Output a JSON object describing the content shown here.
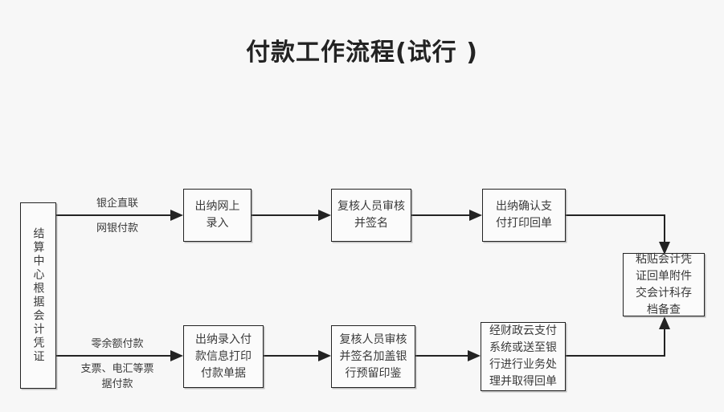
{
  "page": {
    "title": "付款工作流程(试行 )",
    "background_color": "#f7f7f7",
    "line_color": "#232323",
    "box_fill": "#fbfbfb"
  },
  "diagram": {
    "start_node": {
      "id": "settlement-center",
      "text": "结算中心根据会计凭证",
      "orientation": "vertical"
    },
    "branches": [
      {
        "id": "online-banking-branch",
        "labels": {
          "above": "银企直联",
          "below": "网银付款"
        },
        "steps": [
          {
            "id": "cashier-online-entry",
            "text": "出纳网上\n录入"
          },
          {
            "id": "reviewer-audit-sign",
            "text": "复核人员审核\n并签名"
          },
          {
            "id": "cashier-confirm-print",
            "text": "出纳确认支\n付打印回单"
          }
        ]
      },
      {
        "id": "zero-balance-branch",
        "labels": {
          "above": "零余额付款",
          "below": "支票、电汇等票\n据付款"
        },
        "steps": [
          {
            "id": "cashier-entry-print-voucher",
            "text": "出纳录入付\n款信息打印\n付款单据"
          },
          {
            "id": "reviewer-audit-sign-seal",
            "text": "复核人员审核\n并签名加盖银\n行预留印鉴"
          },
          {
            "id": "fiscal-cloud-or-bank",
            "text": "经财政云支付\n系统或送至银\n行进行业务处\n理并取得回单"
          }
        ]
      }
    ],
    "end_node": {
      "id": "archive-voucher",
      "text": "粘贴会计凭\n证回单附件\n交会计科存\n档备查"
    }
  }
}
